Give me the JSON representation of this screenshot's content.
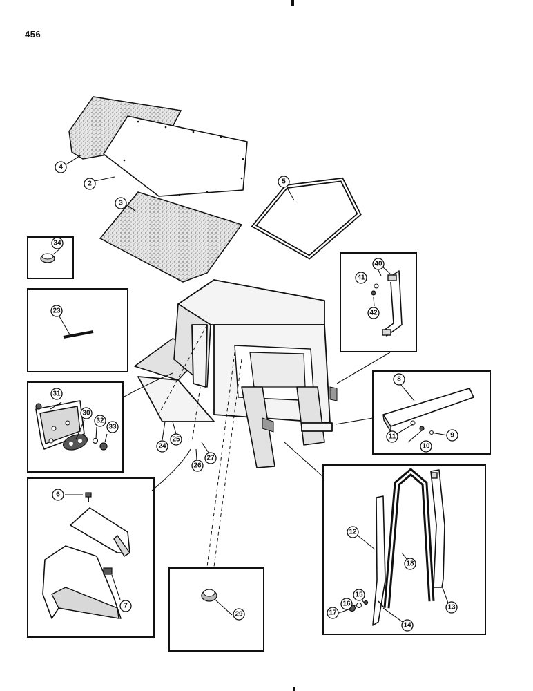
{
  "page": {
    "number": "456"
  },
  "callouts": [
    {
      "id": "c2",
      "label": "2"
    },
    {
      "id": "c3",
      "label": "3"
    },
    {
      "id": "c4",
      "label": "4"
    },
    {
      "id": "c5",
      "label": "5"
    },
    {
      "id": "c6",
      "label": "6"
    },
    {
      "id": "c7",
      "label": "7"
    },
    {
      "id": "c8",
      "label": "8"
    },
    {
      "id": "c9",
      "label": "9"
    },
    {
      "id": "c10",
      "label": "10"
    },
    {
      "id": "c11",
      "label": "11"
    },
    {
      "id": "c12",
      "label": "12"
    },
    {
      "id": "c13",
      "label": "13"
    },
    {
      "id": "c14",
      "label": "14"
    },
    {
      "id": "c15",
      "label": "15"
    },
    {
      "id": "c16",
      "label": "16"
    },
    {
      "id": "c17",
      "label": "17"
    },
    {
      "id": "c18",
      "label": "18"
    },
    {
      "id": "c23",
      "label": "23"
    },
    {
      "id": "c24",
      "label": "24"
    },
    {
      "id": "c25",
      "label": "25"
    },
    {
      "id": "c26",
      "label": "26"
    },
    {
      "id": "c27",
      "label": "27"
    },
    {
      "id": "c29",
      "label": "29"
    },
    {
      "id": "c30",
      "label": "30"
    },
    {
      "id": "c31",
      "label": "31"
    },
    {
      "id": "c32",
      "label": "32"
    },
    {
      "id": "c33",
      "label": "33"
    },
    {
      "id": "c34",
      "label": "34"
    },
    {
      "id": "c40",
      "label": "40"
    },
    {
      "id": "c41",
      "label": "41"
    },
    {
      "id": "c42",
      "label": "42"
    }
  ]
}
